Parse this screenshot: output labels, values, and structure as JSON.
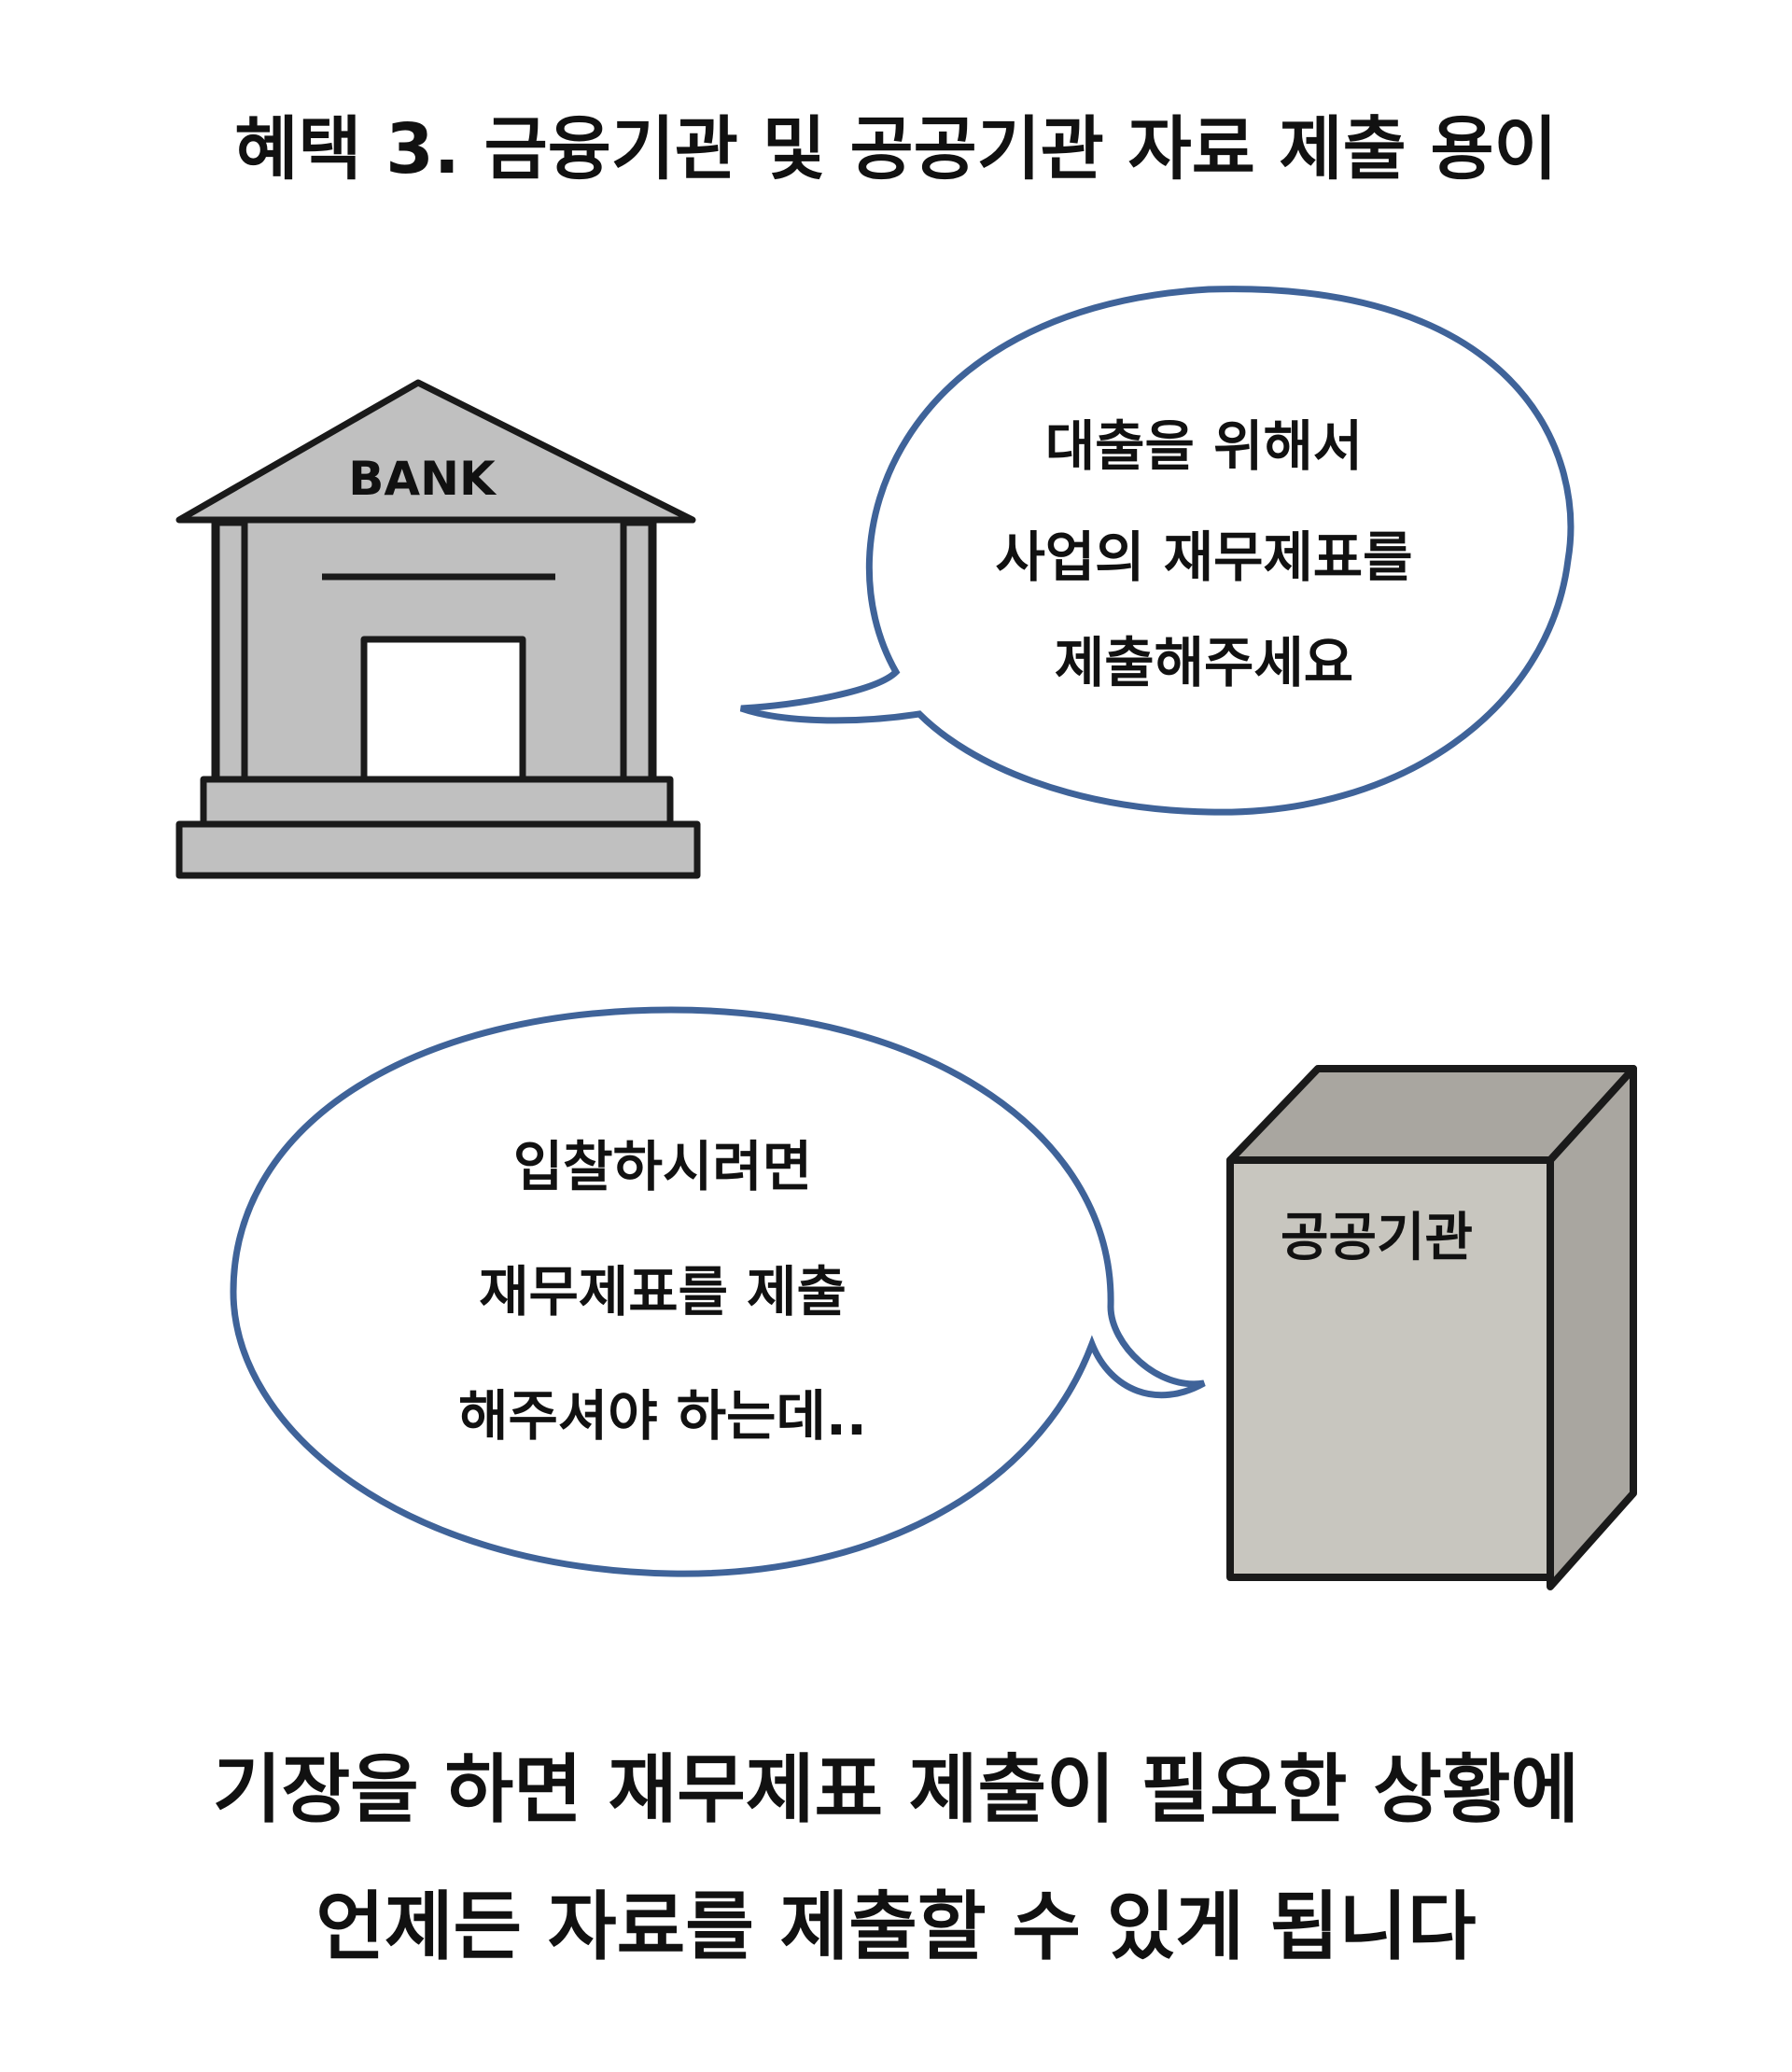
{
  "title": "혜택 3. 금융기관 및 공공기관 자료 제출 용이",
  "bank": {
    "sign": "BANK"
  },
  "bubble_bank": {
    "lines": [
      "대출을 위해서",
      "사업의 재무제표를",
      "제출해주세요"
    ]
  },
  "bubble_public": {
    "lines": [
      "입찰하시려면",
      "재무제표를 제출",
      "해주셔야 하는데.."
    ]
  },
  "public_building": {
    "label": "공공기관"
  },
  "caption": {
    "lines": [
      "기장을 하면 재무제표 제출이 필요한 상황에",
      "언제든 자료를 제출할 수 있게 됩니다"
    ]
  },
  "colors": {
    "bubble_stroke": "#3f6399",
    "building_gray": "#c0c0c0",
    "public_front": "#c8c6bf",
    "public_side": "#a9a6a0"
  }
}
